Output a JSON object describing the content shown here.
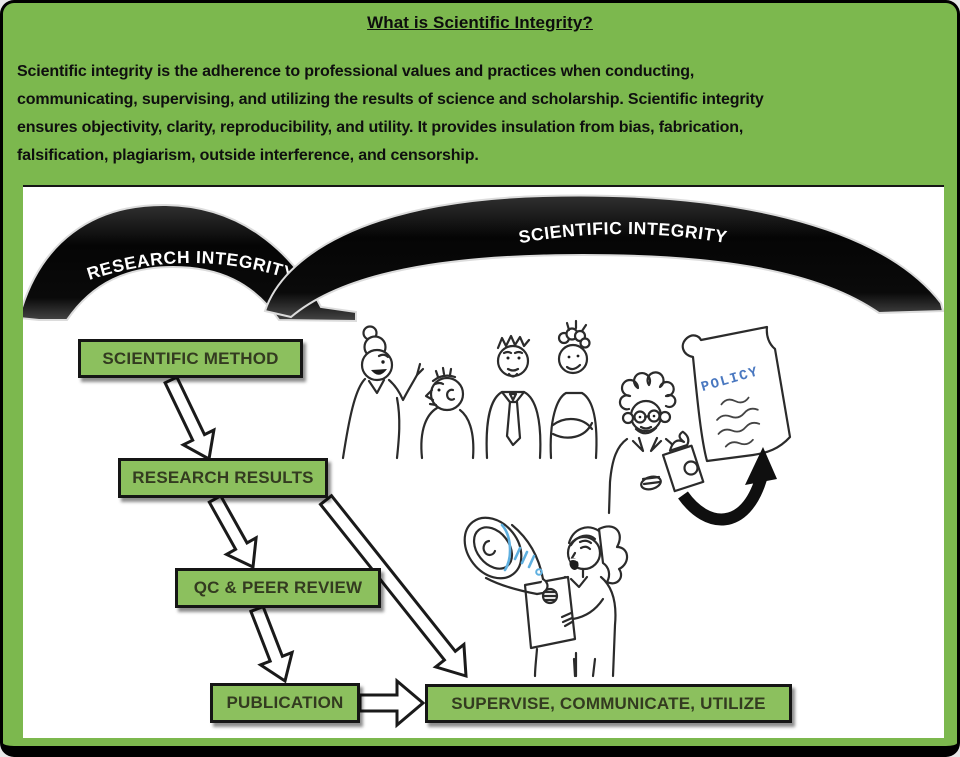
{
  "header": {
    "title": "What is Scientific Integrity?"
  },
  "intro": {
    "lines": [
      "Scientific integrity is the adherence to professional values and practices when conducting,",
      "communicating, supervising, and utilizing the results of science and scholarship. Scientific integrity",
      "ensures objectivity, clarity, reproducibility, and utility. It provides insulation from bias, fabrication,",
      "falsification, plagiarism, outside interference, and censorship."
    ]
  },
  "arches": {
    "research_label": "RESEARCH INTEGRITY",
    "scientific_label": "SCIENTIFIC INTEGRITY"
  },
  "flow": {
    "boxes": [
      {
        "label": "SCIENTIFIC METHOD"
      },
      {
        "label": "RESEARCH RESULTS"
      },
      {
        "label": "QC & PEER REVIEW"
      },
      {
        "label": "PUBLICATION"
      },
      {
        "label": "SUPERVISE, COMMUNICATE, UTILIZE"
      }
    ]
  },
  "illustrations": {
    "policy_label": "POLICY"
  },
  "colors": {
    "page_green": "#7cb84e",
    "box_green": "#8cc05e",
    "arch_black": "#0c0c0c",
    "policy_blue": "#4a78c0",
    "megaphone_blue": "#5fb0e0"
  }
}
